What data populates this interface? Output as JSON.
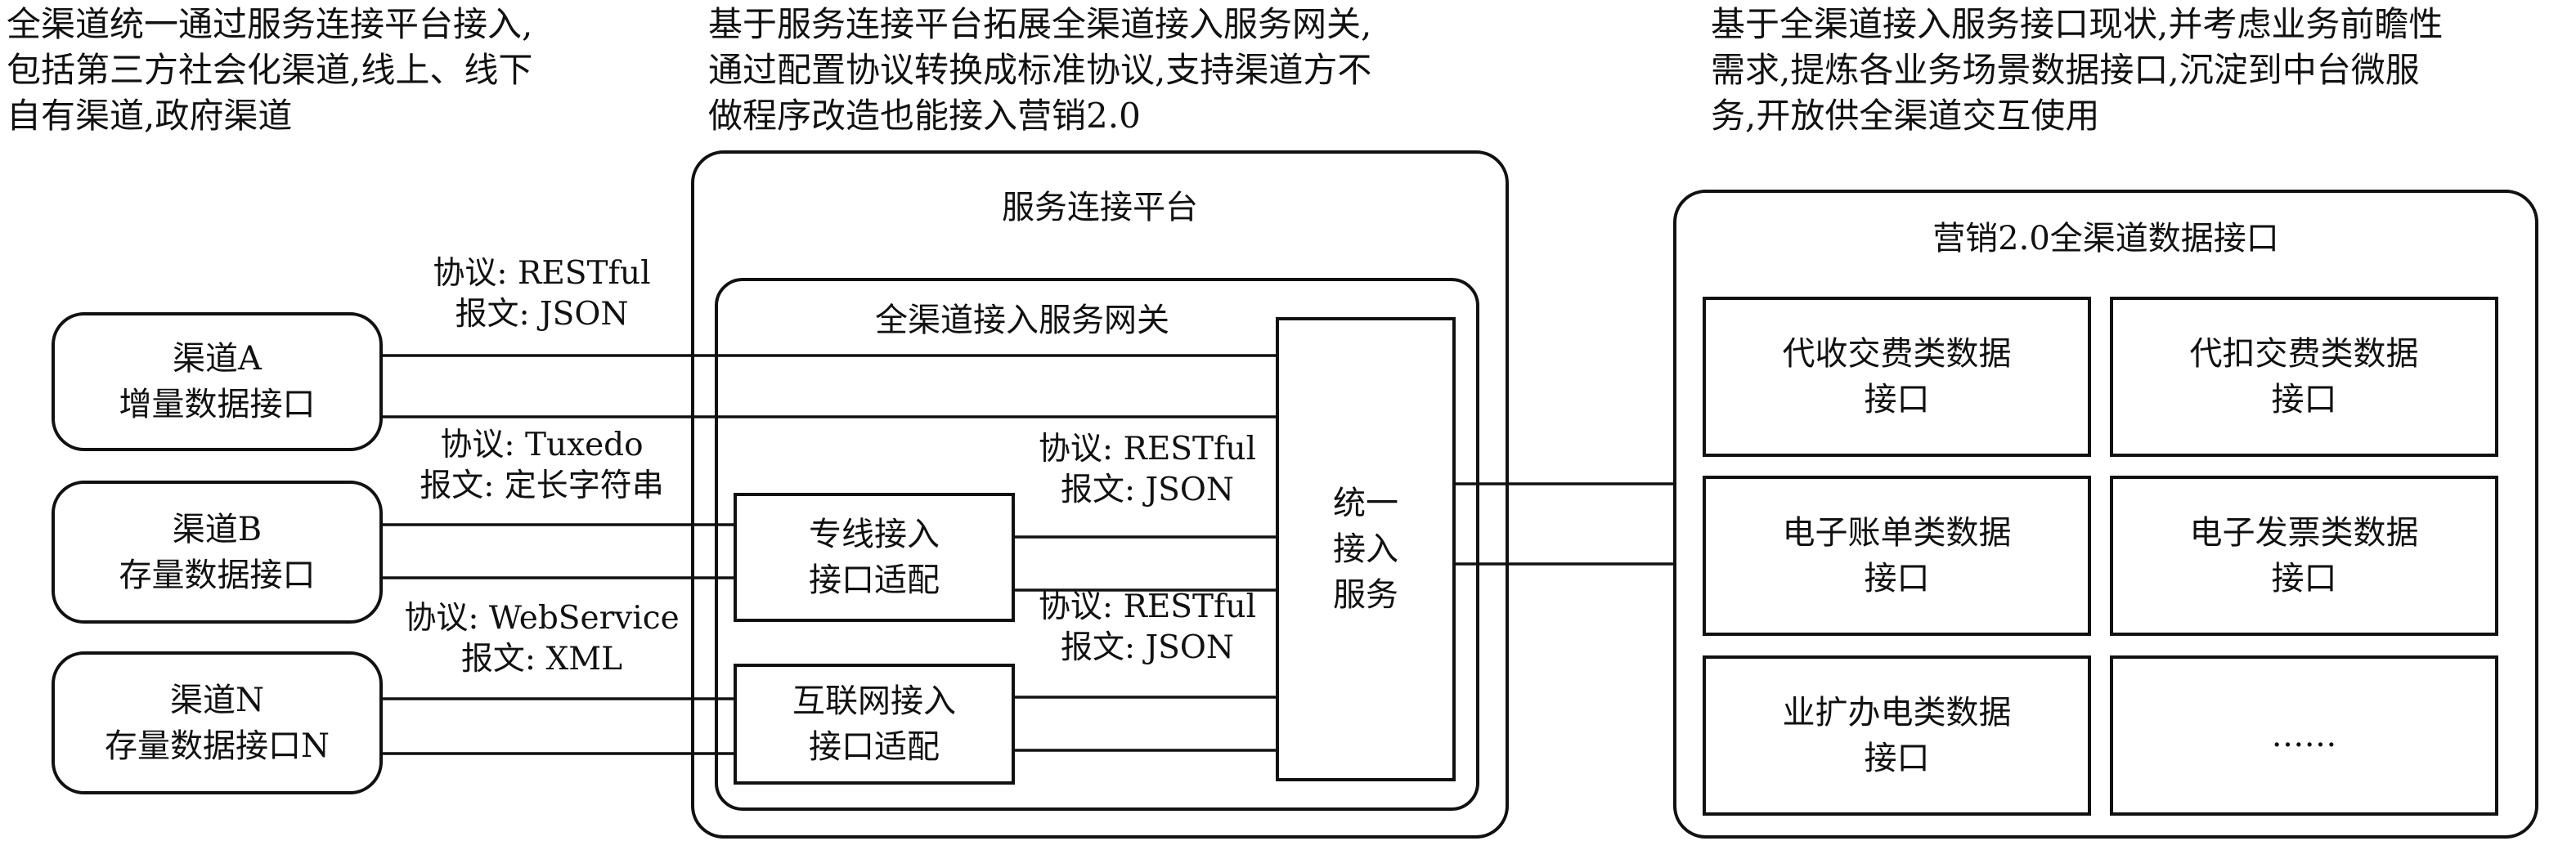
{
  "notes": {
    "left": "全渠道统一通过服务连接平台接入,\n包括第三方社会化渠道,线上、线下\n自有渠道,政府渠道",
    "middle": "基于服务连接平台拓展全渠道接入服务网关,\n通过配置协议转换成标准协议,支持渠道方不\n做程序改造也能接入营销2.0",
    "right": "基于全渠道接入服务接口现状,并考虑业务前瞻性\n需求,提炼各业务场景数据接口,沉淀到中台微服\n务,开放供全渠道交互使用"
  },
  "channels": [
    {
      "name": "渠道A",
      "desc": "增量数据接口"
    },
    {
      "name": "渠道B",
      "desc": "存量数据接口"
    },
    {
      "name": "渠道N",
      "desc": "存量数据接口N"
    }
  ],
  "channel_protocols": [
    {
      "protocol": "协议: RESTful",
      "message": "报文: JSON"
    },
    {
      "protocol": "协议: Tuxedo",
      "message": "报文: 定长字符串"
    },
    {
      "protocol": "协议: WebService",
      "message": "报文: XML"
    }
  ],
  "platform": {
    "title": "服务连接平台",
    "gateway_title": "全渠道接入服务网关",
    "adapters": [
      "专线接入\n接口适配",
      "互联网接入\n接口适配"
    ],
    "adapter_protocols": [
      {
        "protocol": "协议: RESTful",
        "message": "报文: JSON"
      },
      {
        "protocol": "协议: RESTful",
        "message": "报文: JSON"
      }
    ],
    "unified_service": "统一\n接入\n服务"
  },
  "interfaces": {
    "title": "营销2.0全渠道数据接口",
    "items": [
      "代收交费类数据\n接口",
      "代扣交费类数据\n接口",
      "电子账单类数据\n接口",
      "电子发票类数据\n接口",
      "业扩办电类数据\n接口",
      "……"
    ]
  }
}
